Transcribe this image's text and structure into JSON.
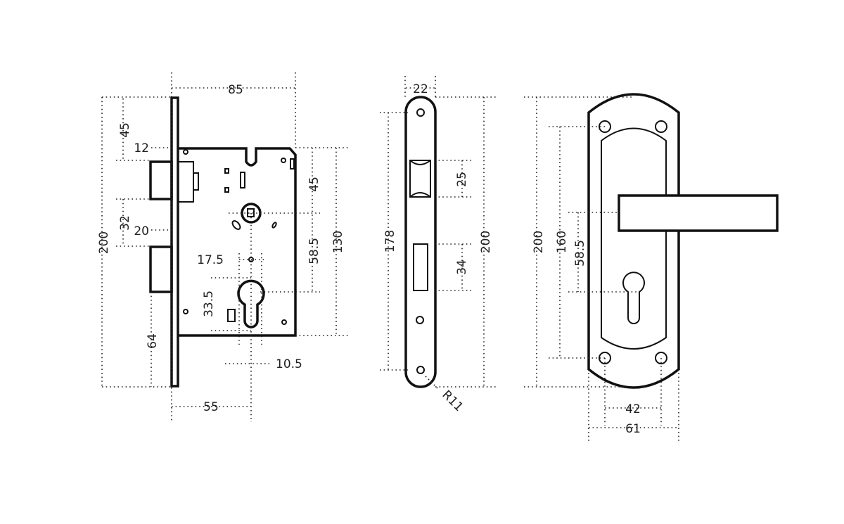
{
  "mortise_lock": {
    "dims": {
      "width_total": "85",
      "top_to_latch": "45",
      "latch_offset": "12",
      "latch_to_bolt": "32",
      "bolt_offset": "20",
      "height_total": "200",
      "bolt_to_bottom": "64",
      "body_top_to_spindle": "45",
      "spindle_to_cylinder": "58.5",
      "body_height": "130",
      "spindle_cylinder_gap": "17.5",
      "cylinder_height": "33.5",
      "cylinder_width": "10.5",
      "backset": "55"
    }
  },
  "strike_plate": {
    "dims": {
      "width": "22",
      "latch_cutout": "25",
      "bolt_cutout": "34",
      "height": "200",
      "hole_spacing": "178",
      "corner_radius": "R11"
    }
  },
  "handle_plate": {
    "dims": {
      "height": "200",
      "hole_spacing_vertical": "160",
      "lever_to_keyhole": "58.5",
      "hole_spacing_horizontal": "42",
      "width": "61"
    }
  }
}
